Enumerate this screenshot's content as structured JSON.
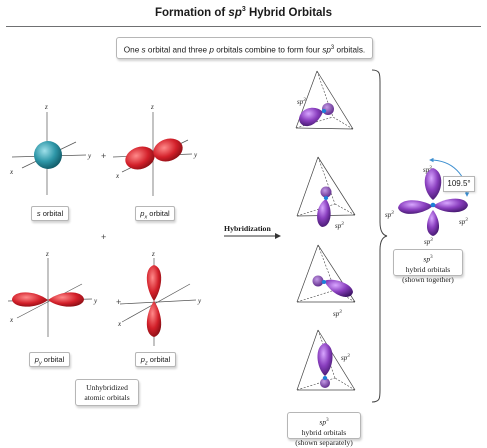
{
  "title": {
    "prefix": "Formation of ",
    "sp": "sp",
    "sup": "3",
    "suffix": " Hybrid Orbitals"
  },
  "subtitle": {
    "t1": "One ",
    "s": "s",
    "t2": " orbital and three ",
    "p": "p",
    "t3": " orbitals combine to form four ",
    "sp": "sp",
    "sup": "3",
    "t4": " orbitals."
  },
  "axes": {
    "x": "x",
    "y": "y",
    "z": "z"
  },
  "plus": "+",
  "orbital_labels": {
    "s": {
      "letter": "s",
      "text": " orbital"
    },
    "px": {
      "letter": "p",
      "sub": "x",
      "text": " orbital"
    },
    "py": {
      "letter": "p",
      "sub": "y",
      "text": " orbital"
    },
    "pz": {
      "letter": "p",
      "sub": "z",
      "text": " orbital"
    }
  },
  "unhybridized": {
    "line1": "Unhybridized",
    "line2": "atomic orbitals"
  },
  "arrow_label": "Hybridization",
  "sp3_label": {
    "base": "sp",
    "sup": "3"
  },
  "separately": {
    "line1_sp": "sp",
    "line1_sup": "3",
    "line1_rest": " hybrid orbitals",
    "line2": "(shown separately)"
  },
  "together": {
    "line1_sp": "sp",
    "line1_sup": "3",
    "line1_rest": " hybrid orbitals",
    "line2": "(shown together)"
  },
  "bond_angle": "109.5°",
  "colors": {
    "s_orbital": "#2e97a8",
    "p_orbital": "#d3202a",
    "hybrid": "#8a3fbf",
    "nucleus": "#1d7fd8",
    "angle_arc": "#3d8fd0"
  }
}
